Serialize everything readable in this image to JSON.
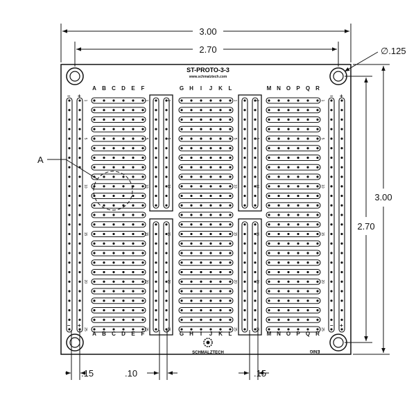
{
  "board": {
    "title": "ST-PROTO-3-3",
    "url": "www.schmalztech.com",
    "logo_text": "SCHMALZTECH",
    "corner_label": "ENIG"
  },
  "dimensions": {
    "overall_width": "3.00",
    "hole_span_width": "2.70",
    "overall_height": "3.00",
    "hole_span_height": "2.70",
    "hole_diameter": "∅.125",
    "margin_left": ".15",
    "channel_gap": ".10",
    "margin_right": ".15",
    "detail_label": "A"
  },
  "columns": {
    "left_group": [
      "A",
      "B",
      "C",
      "D",
      "E",
      "F"
    ],
    "middle_group": [
      "G",
      "H",
      "I",
      "J",
      "K",
      "L"
    ],
    "right_group": [
      "M",
      "N",
      "O",
      "P",
      "Q",
      "R"
    ]
  },
  "rail_signs": {
    "minus": "–",
    "plus": "+"
  },
  "row_markers": [
    "1",
    "5",
    "10",
    "15",
    "20",
    "25"
  ]
}
